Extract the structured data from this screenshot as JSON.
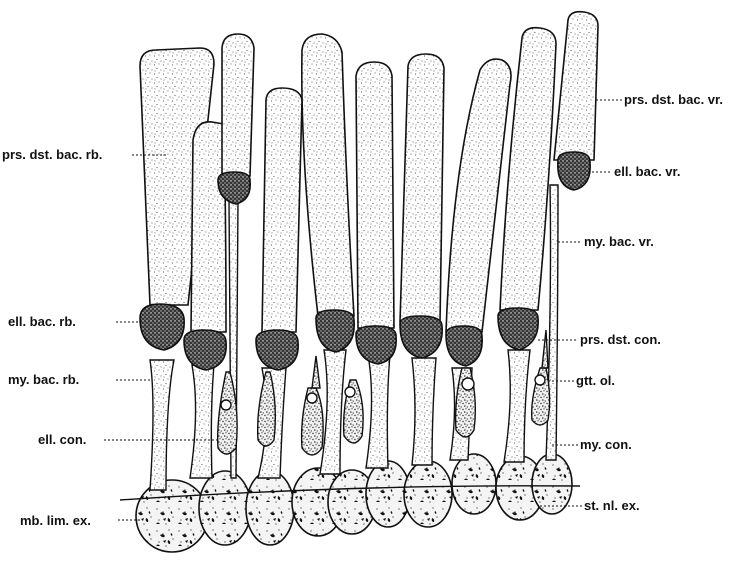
{
  "labels": {
    "prs_dst_bac_rb": "prs. dst. bac. rb.",
    "ell_bac_rb": "ell. bac. rb.",
    "my_bac_rb": "my. bac. rb.",
    "ell_con": "ell. con.",
    "mb_lim_ex": "mb. lim. ex.",
    "prs_dst_bac_vr": "prs. dst. bac. vr.",
    "ell_bac_vr": "ell. bac. vr.",
    "my_bac_vr": "my. bac. vr.",
    "prs_dst_con": "prs. dst. con.",
    "gtt_ol": "gtt. ol.",
    "my_con": "my. con.",
    "st_nl_ex": "st. nl. ex."
  },
  "colors": {
    "ink": "#111111",
    "paper": "#ffffff"
  }
}
